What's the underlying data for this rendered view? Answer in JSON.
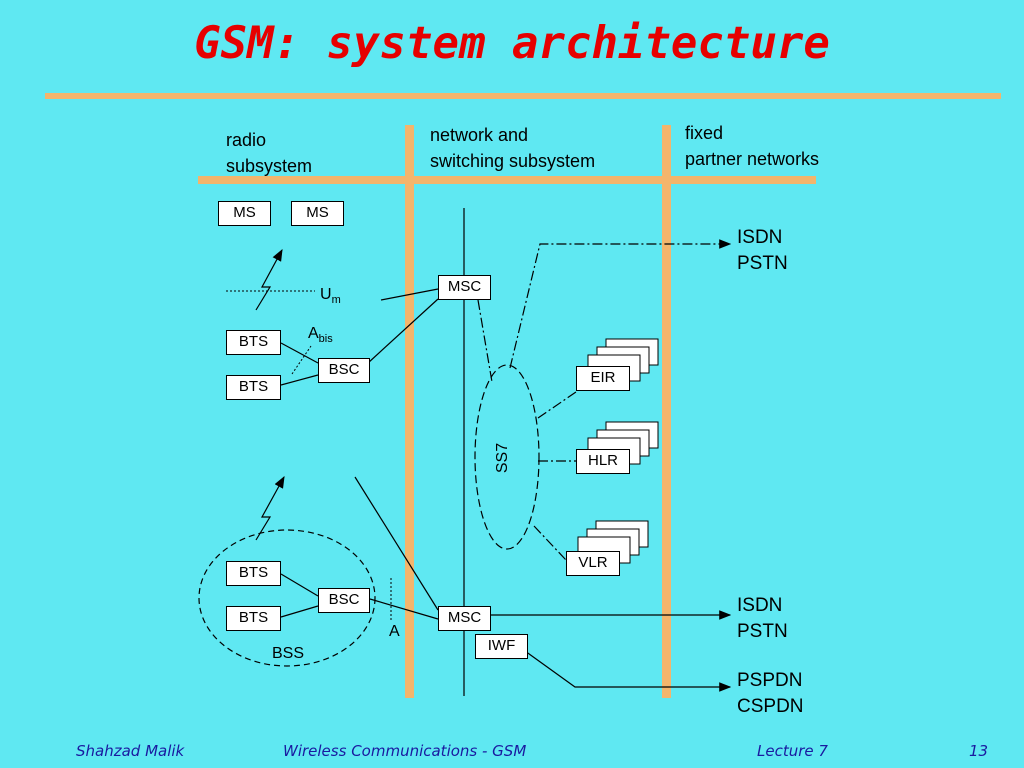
{
  "title": "GSM: system architecture",
  "headings": {
    "radio": [
      "radio",
      "subsystem"
    ],
    "network": [
      "network and",
      "switching subsystem"
    ],
    "fixed": [
      "fixed",
      "partner networks"
    ]
  },
  "boxes": {
    "ms1": "MS",
    "ms2": "MS",
    "msc_top": "MSC",
    "msc_bottom": "MSC",
    "bts1": "BTS",
    "bts2": "BTS",
    "bts3": "BTS",
    "bts4": "BTS",
    "bsc_top": "BSC",
    "bsc_bottom": "BSC",
    "eir": "EIR",
    "hlr": "HLR",
    "vlr": "VLR",
    "iwf": "IWF"
  },
  "labels": {
    "um": "U",
    "um_sub": "m",
    "abis": "A",
    "abis_sub": "bis",
    "a": "A",
    "bss": "BSS",
    "ss7": "SS7"
  },
  "external": {
    "top": [
      "ISDN",
      "PSTN"
    ],
    "mid": [
      "ISDN",
      "PSTN"
    ],
    "bottom": [
      "PSPDN",
      "CSPDN"
    ]
  },
  "footer": {
    "author": "Shahzad Malik",
    "course": "Wireless Communications - GSM",
    "lecture": "Lecture 7",
    "page": "13"
  },
  "colors": {
    "background": "#5fe8f2",
    "title": "#e60000",
    "bar": "#f3b56c",
    "footer": "#1a1aa0"
  }
}
